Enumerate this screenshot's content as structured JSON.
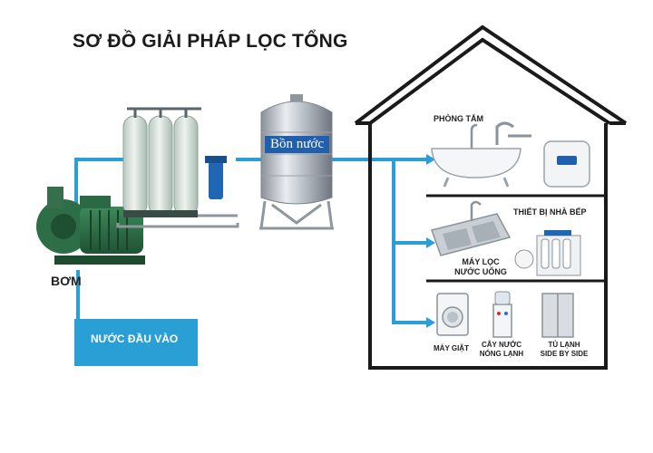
{
  "title": "SƠ ĐỒ GIẢI PHÁP LỌC TỔNG",
  "pump": {
    "label": "BƠM"
  },
  "inlet": {
    "label": "NƯỚC ĐẦU VÀO"
  },
  "tank": {
    "label": "Bồn nước"
  },
  "house": {
    "bathroom": {
      "label": "PHÒNG TẮM"
    },
    "kitchen": {
      "label": "THIẾT BỊ NHÀ BẾP"
    },
    "ro_filter": {
      "label_line1": "MÁY LỌC",
      "label_line2": "NƯỚC UỐNG"
    },
    "washer": {
      "label": "MÁY GIẶT"
    },
    "water_cooler": {
      "label_line1": "CÂY NƯỚC",
      "label_line2": "NÓNG LẠNH"
    },
    "fridge": {
      "label_line1": "TỦ LẠNH",
      "label_line2": "SIDE BY SIDE"
    }
  },
  "colors": {
    "pipe": "#2a9fd6",
    "inlet_box": "#2a9fd6",
    "house_outline": "#1a1a1a",
    "tank_label_bg": "#1f5fae"
  }
}
